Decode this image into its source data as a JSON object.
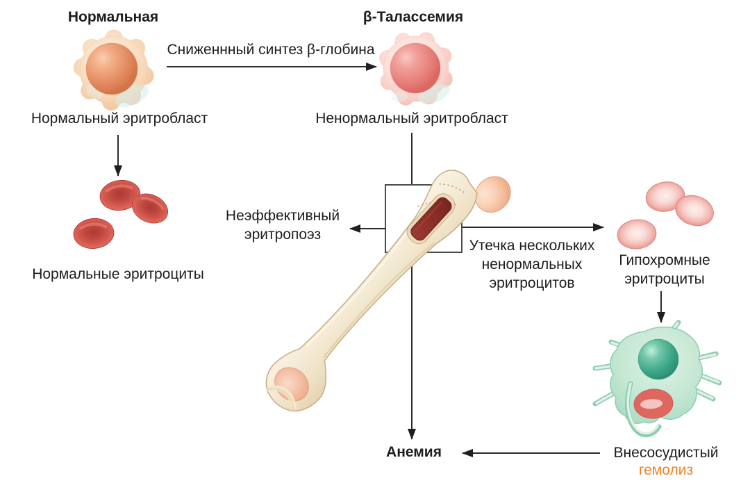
{
  "labels": {
    "normal_title": "Нормальная",
    "thalassemia_title": "β-Талассемия",
    "reduced_synthesis": "Сниженнный синтез β-глобина",
    "normal_erythroblast": "Нормальный эритробласт",
    "abnormal_erythroblast": "Ненормальный эритробласт",
    "normal_erythrocytes": "Нормальные эритроциты",
    "ineffective_erythropoiesis": "Неэффективный\nэритропоэз",
    "leakage": "Утечка нескольких\nненормальных\nэритроцитов",
    "hypochromic_erythrocytes": "Гипохромные\nэритроциты",
    "extravascular": "Внесосудистый",
    "hemolysis": "гемолиз",
    "anemia": "Анемия"
  },
  "colors": {
    "background": "#ffffff",
    "text": "#1d1d1d",
    "hemolysis_orange": "#f08224",
    "arrow": "#1f1f1f",
    "box_border": "#4d4d4d",
    "normal_erythroblast_nucleus": "#e69068",
    "abnormal_erythroblast_nucleus": "#e98680",
    "normal_rbc_red": "#d05148",
    "hypochromic_rbc_pink": "#f3bcb5",
    "bone_cream": "#f4ead4",
    "bone_marrow_red": "#8c2f29",
    "macrophage_body_green": "#c5e7d3",
    "macrophage_nucleus_green": "#3da888"
  },
  "figures": {
    "normal_erythroblast_cell": "round cell with orange nucleus",
    "abnormal_erythroblast_cell": "round cell with pink nucleus",
    "normal_rbc_group": "three red erythrocytes",
    "hypochromic_rbc_group": "three pale pink erythrocytes",
    "femur_bone": "femur with square window showing red bone marrow",
    "macrophage": "green macrophage engulfing a red cell"
  }
}
